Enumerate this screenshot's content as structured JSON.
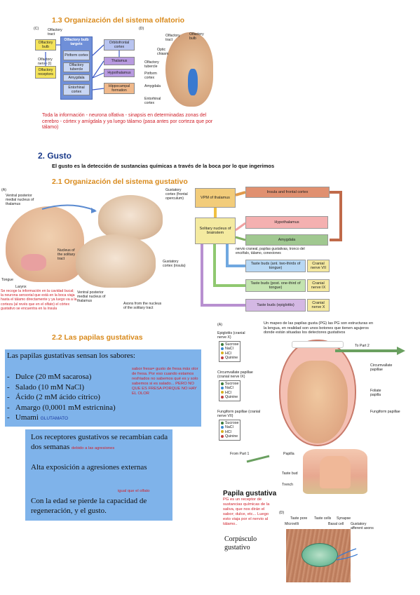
{
  "s13": {
    "title": "1.3  Organización del sistema olfatorio",
    "labels": {
      "c": "(C)",
      "d": "(D)",
      "olf_tract": "Olfactory tract",
      "olf_bulb": "Olfactory bulb",
      "olf_nerve": "Olfactory nerve (I)",
      "olf_receptors": "Olfactory receptors",
      "bulb_targets": "Olfactory bulb targets",
      "piriform": "Piriform cortex",
      "olf_tubercle": "Olfactory tubercle",
      "amygdala": "Amygdala",
      "entorhinal": "Entorhinal cortex",
      "orbitofrontal": "Orbitofrontal cortex",
      "thalamus": "Thalamus",
      "hypothalamus": "Hypothalamus",
      "hippocampal": "Hippocampal formation",
      "d_olf_tract": "Olfactory tract",
      "d_olf_bulb": "Olfactory bulb",
      "d_optic": "Optic chiasm",
      "d_tubercle": "Olfactory tubercle",
      "d_piriform": "Piriform cortex",
      "d_amygdala": "Amygdala",
      "d_entorhinal": "Entorhinal cortex"
    },
    "note": "Toda la información - neurona olfativa - sinapsis en determinadas zonas del cerebro - córtex y amígdala y ya luego tálamo (pasa antes por corteza que por tálamo)"
  },
  "s2": {
    "title": "2.  Gusto",
    "intro": "El gusto es la detección de sustancias químicas a través de la boca por lo que ingerimos"
  },
  "s21": {
    "title": "2.1  Organización del sistema gustativo",
    "labels": {
      "a": "(A)",
      "vpm_top": "Ventral posterior medial nucleus of thalamus",
      "gust_cortex_front": "Gustatory cortex (frontal operculum)",
      "nucleus_solitary": "Nucleus of the solitary tract",
      "gust_cortex_insula": "Gustatory cortex (insula)",
      "tongue": "Tongue",
      "larynx": "Larynx",
      "vpm_bottom": "Ventral posterior medial nucleus of thalamus",
      "axons": "Axons from the nucleus of the solitary tract"
    },
    "note": "Se recoge la información en la cavidad bucal; la neurona sensorial que está en la boca viaja hasta el tálamo directamente y ya luego va a la corteza (al revés que en el olfato) el córtex gustativo se encuentra en la ínsula",
    "flow": {
      "vpm": "VPM of thalamus",
      "insula": "Insula and frontal cortex",
      "hypothalamus": "Hypothalamus",
      "solitary": "Solitary nucleus of brainstem",
      "amygdala": "Amygdala",
      "annotation": "nervio craneal, papilas gustativas, tronco del encéfalo, tálamo, conexiones",
      "tb1": "Taste buds (ant. two-thirds of tongue)",
      "cn1": "Cranial nerve VII",
      "tb2": "Taste buds (post. one-third of tongue)",
      "cn2": "Cranial nerve IX",
      "tb3": "Taste buds (epiglottis)",
      "cn3": "Cranial nerve X"
    }
  },
  "s22": {
    "title": "2.2  Las papilas gustativas",
    "panel1": {
      "heading": "Las papilas gustativas sensan los sabores:",
      "items": [
        "Dulce (20 mM sacarosa)",
        "Salado (10 mM NaCl)",
        "Ácido (2 mM ácido cítrico)",
        "Amargo (0,0001 mM estricnina)",
        "Umami"
      ],
      "umami_note": "GLUTAMATO",
      "side_note": "sabor fresa= gusto de fresa más olor de fresa. Por eso cuando estamos resfriados no sabemos qué es y solo sabemos si es salado... PERO NO QUE ES FRESA PORQUE NO HAY EL OLOR"
    },
    "panel2": {
      "line1": "Los receptores gustativos se recambian cada dos semanas",
      "line1_note": "debido a las agresiones",
      "line2": "Alta exposición a agresiones externas",
      "line3": "Con la edad se pierde la capacidad de regeneración, y el gusto.",
      "line3_note": "igual que el olfato"
    },
    "tongue": {
      "a": "(A)",
      "note": "Un mapeo de las papilas gusta (PG) las PG son estructuras en la lengua, en realidad son unos botones que tienen agujeros donde están situadas los detectores gustativos",
      "epiglottis": "Epiglottis (cranial nerve X)",
      "circumvallate": "Circumvallate papillae (cranial nerve IX)",
      "fungiform": "Fungiform papillae (cranial nerve VII)",
      "to_part2": "To Part 2",
      "r_circ": "Circumvallate papillae",
      "r_foliate": "Foliate papilla",
      "r_fung": "Fungiform papillae",
      "tastes": [
        "Sucrose",
        "NaCl",
        "HCl",
        "Quinine"
      ],
      "colors": [
        "#3a7a3a",
        "#3a8ad0",
        "#d8b020",
        "#c04040"
      ]
    },
    "papilla": {
      "from_part1": "From Part 1",
      "papilla": "Papilla",
      "taste_bud": "Taste bud",
      "trench": "Trench",
      "heading": "Papila gustativa",
      "note": "PG es un receptor de sustancias químicas de la saliva, que nos dirán el sabor; dulce, etc... Luego esto viaja por el nervio al tálamo..",
      "d": "(D)",
      "taste_pore": "Taste pore",
      "taste_cells": "Taste cells",
      "synapse": "Synapse",
      "microvilli": "Microvilli",
      "basal_cell": "Basal cell",
      "afferent": "Gustatory afferent axons",
      "corpusculo": "Corpúsculo gustativo"
    }
  }
}
